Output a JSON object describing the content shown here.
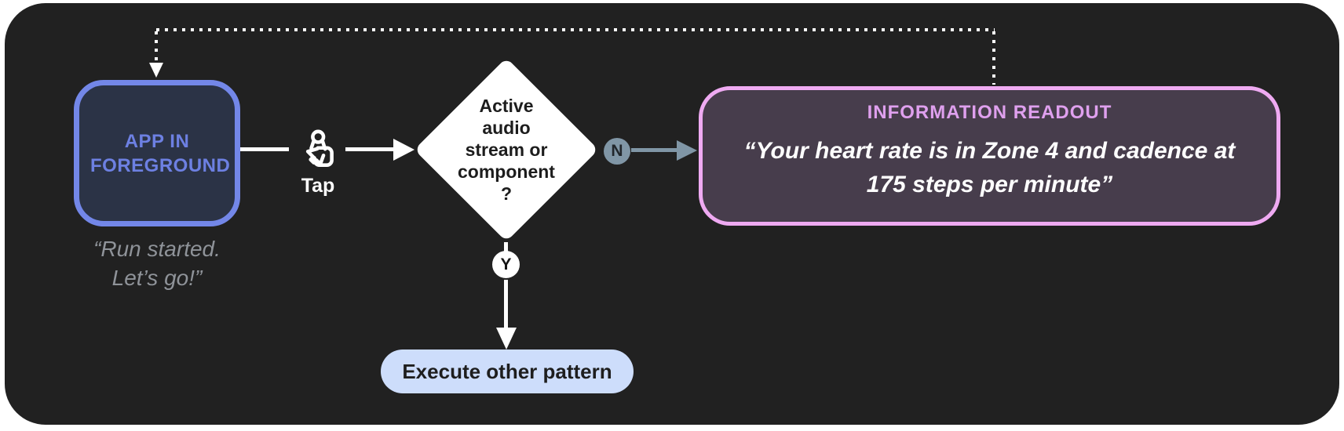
{
  "colors": {
    "page_bg": "#ffffff",
    "panel_bg": "#212121",
    "app_border": "#7387E8",
    "app_fill": "#2B3346",
    "app_text": "#6D80E2",
    "caption_text": "#8F9399",
    "connector_white": "#ffffff",
    "branch_no_slate": "#8096A6",
    "diamond_fill": "#ffffff",
    "pill_fill": "#CDDDFB",
    "readout_border": "#EFAAF2",
    "readout_fill": "#473D4C",
    "readout_title_color": "#DFA0EE"
  },
  "app_node": {
    "label": "APP IN FOREGROUND",
    "caption_lines": [
      "“Run started.",
      "Let’s go!”"
    ]
  },
  "tap": {
    "icon": "tap-gesture-icon",
    "label": "Tap"
  },
  "decision": {
    "lines": [
      "Active",
      "audio",
      "stream or",
      "component",
      "?"
    ]
  },
  "branches": {
    "yes_label": "Y",
    "no_label": "N"
  },
  "action_node": {
    "label": "Execute other pattern"
  },
  "readout_node": {
    "title": "INFORMATION READOUT",
    "quote_lines": [
      "“Your heart rate is in Zone 4 and cadence at",
      "175 steps per minute”"
    ]
  }
}
